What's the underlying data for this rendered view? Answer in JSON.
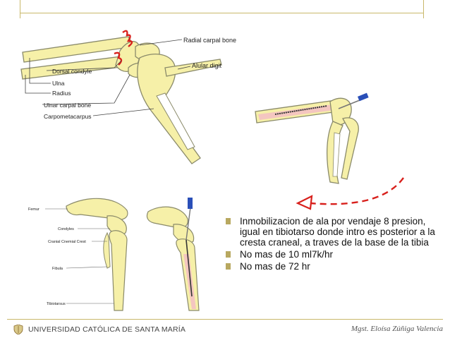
{
  "figure1": {
    "labels": {
      "radial_carpal_bone": "Radial carpal bone",
      "alular_digit": "Alular digit",
      "dorsal_condyle": "Dorsal condyle",
      "ulna": "Ulna",
      "radius": "Radius",
      "ulnar_carpal_bone": "Ulnar carpal bone",
      "carpometacarpus": "Carpometacarpus"
    }
  },
  "figure3": {
    "labels": {
      "femur": "Femur",
      "condyles": "Condyles",
      "cranial_cnemial_crest": "Cranial Cnemial Crest",
      "fibula": "Fibula",
      "tibiotarsus": "Tibiotarsus"
    }
  },
  "bullets": [
    "Inmobilizacion de ala por vendaje 8 presion, igual en tibiotarso donde intro es posterior a la cresta craneal, a traves de la base de la tibia",
    "No mas de 10 ml7k/hr",
    "No mas de 72 hr"
  ],
  "footer": {
    "institution": "UNIVERSIDAD CATÓLICA DE SANTA MARÍA",
    "author": "Mgst. Eloísa Zúñiga Valencia"
  },
  "colors": {
    "bone": "#f6f0a8",
    "bone_outline": "#8a8a6a",
    "fracture": "#d8201c",
    "frame": "#c9b86a",
    "needle": "#2a4fb8",
    "marrow": "#f4c6c0"
  }
}
